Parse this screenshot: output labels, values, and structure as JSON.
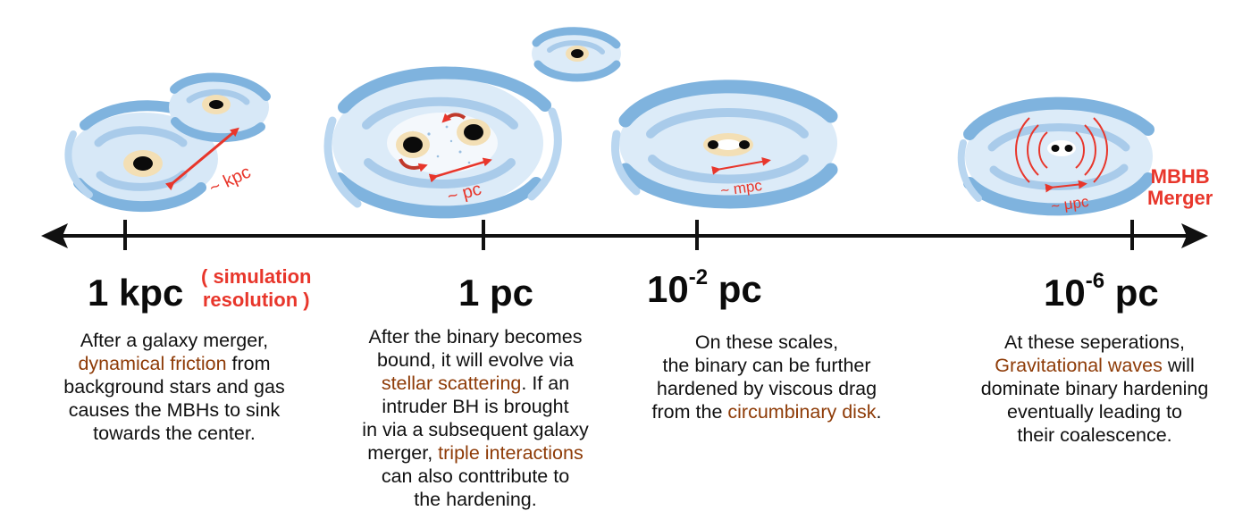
{
  "timeline": {
    "ticks": [
      {
        "base": "1 kpc",
        "exp": ""
      },
      {
        "base": "1 pc",
        "exp": ""
      },
      {
        "base": "10",
        "exp": "-2",
        "unit": " pc"
      },
      {
        "base": "10",
        "exp": "-6",
        "unit": " pc"
      }
    ],
    "end_label": {
      "line1": "MBHB",
      "line2": "Merger"
    }
  },
  "simulation_note": {
    "line1": "( simulation",
    "line2": "resolution )"
  },
  "separations": [
    "~ kpc",
    "~ pc",
    "~ mpc",
    "~ μpc"
  ],
  "stages": [
    {
      "lines": [
        [
          "After a galaxy merger,"
        ],
        [
          "dynamical friction",
          " from"
        ],
        [
          "background stars and gas"
        ],
        [
          "causes the MBHs to sink"
        ],
        [
          "towards the center."
        ]
      ]
    },
    {
      "lines": [
        [
          "After the binary becomes"
        ],
        [
          "bound, it will evolve via"
        ],
        [
          "stellar scattering",
          ". If an"
        ],
        [
          "intruder BH is brought"
        ],
        [
          "in via a subsequent galaxy"
        ],
        [
          "merger, ",
          "triple interactions"
        ],
        [
          "can also conttribute to"
        ],
        [
          "the hardening."
        ]
      ]
    },
    {
      "lines": [
        [
          "On these scales,"
        ],
        [
          "the binary can be further"
        ],
        [
          "hardened by viscous drag"
        ],
        [
          "from the ",
          "circumbinary disk",
          "."
        ]
      ]
    },
    {
      "lines": [
        [
          "At these seperations,"
        ],
        [
          "Gravitational waves",
          " will"
        ],
        [
          "dominate binary hardening"
        ],
        [
          "eventually leading to"
        ],
        [
          "their coalescence."
        ]
      ]
    }
  ],
  "colors": {
    "axis": "#111111",
    "accent_red": "#e8362b",
    "highlight_brown": "#8e3b07",
    "galaxy_blue": "#7fb3de",
    "galaxy_light": "#b9d6f0",
    "core_cream": "#f3dfb5"
  }
}
